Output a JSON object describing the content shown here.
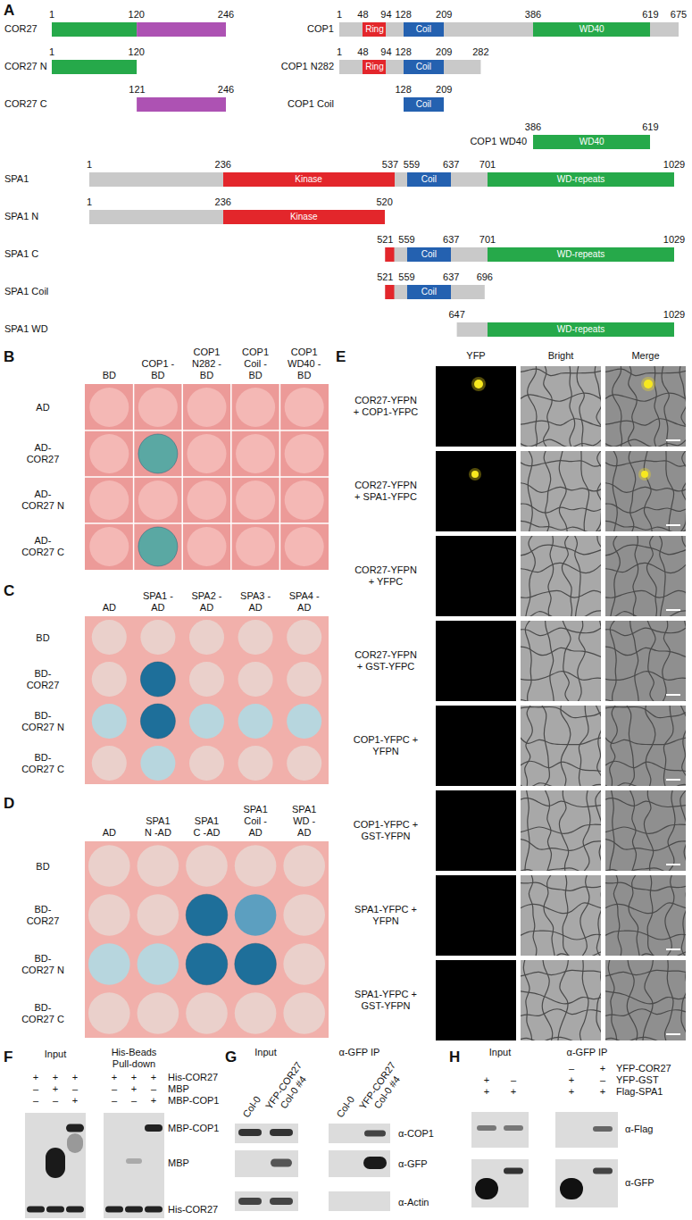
{
  "diagram": {
    "nodes": [
      {
        "text": [
          "Ring"
        ]
      },
      {
        "text": [
          "Coil"
        ]
      },
      {
        "text": [
          "WD40"
        ]
      },
      {
        "text": [
          "Ring"
        ]
      },
      {
        "text": [
          "Coil"
        ]
      },
      {
        "text": [
          "Coil"
        ]
      },
      {
        "text": [
          "WD40"
        ]
      },
      {
        "text": [
          "Kinase"
        ]
      },
      {
        "text": [
          "Coil"
        ]
      },
      {
        "text": [
          "WD-repeats"
        ]
      },
      {
        "text": [
          "Kinase"
        ]
      },
      {
        "text": [
          "Coil"
        ]
      },
      {
        "text": [
          "WD-repeats"
        ]
      },
      {
        "text": [
          "Coil"
        ]
      },
      {
        "text": [
          "WD-repeats"
        ]
      }
    ],
    "labels": [
      "A",
      "COR27",
      "1",
      "120",
      "246",
      "COP1",
      "1",
      "48",
      "94",
      "128",
      "209",
      "386",
      "619",
      "675",
      "COR27 N",
      "1",
      "120",
      "COP1 N282",
      "1",
      "48",
      "94",
      "128",
      "209",
      "282",
      "COR27 C",
      "121",
      "246",
      "COP1 Coil",
      "128",
      "209",
      "COP1 WD40",
      "386",
      "619",
      "SPA1",
      "1",
      "236",
      "537",
      "559",
      "637",
      "701",
      "1029",
      "SPA1 N",
      "1",
      "236",
      "520",
      "SPA1 C",
      "521",
      "559",
      "637",
      "701",
      "1029",
      "SPA1 Coil",
      "521",
      "559",
      "637",
      "696",
      "SPA1 WD",
      "647",
      "1029",
      "B",
      "BD",
      "COP1 -BD",
      "COP1 N282 -BD",
      "COP1 Coil -BD",
      "COP1 WD40 -BD",
      "AD",
      "AD- COR27",
      "AD- COR27 N",
      "AD- COR27 C",
      "C",
      "AD",
      "SPA1 -AD",
      "SPA2 -AD",
      "SPA3 -AD",
      "SPA4 -AD",
      "BD",
      "BD- COR27",
      "BD- COR27 N",
      "BD- COR27 C",
      "D",
      "AD",
      "SPA1 N -AD",
      "SPA1 C -AD",
      "SPA1 Coil -AD",
      "SPA1 WD -AD",
      "BD",
      "BD- COR27",
      "BD- COR27 N",
      "BD- COR27 C",
      "E",
      "YFP",
      "Bright",
      "Merge",
      "COR27-YFPN + COP1-YFPC",
      "COR27-YFPN + SPA1-YFPC",
      "COR27-YFPN + YFPC",
      "COR27-YFPN + GST-YFPC",
      "COP1-YFPC + YFPN",
      "COP1-YFPC + GST-YFPN",
      "SPA1-YFPC + YFPN",
      "SPA1-YFPC + GST-YFPN",
      "F",
      "Input",
      "His-Beads Pull-down",
      "+",
      "+",
      "+",
      "+",
      "+",
      "+",
      "His-COR27",
      "–",
      "+",
      "–",
      "–",
      "+",
      "–",
      "MBP",
      "–",
      "–",
      "+",
      "–",
      "–",
      "+",
      "MBP-COP1",
      "MBP-COP1",
      "MBP",
      "His-COR27",
      "G",
      "Input",
      "α-GFP IP",
      "Col-0",
      "YFP-COR27 Col-0 #4",
      "Col-0",
      "YFP-COR27 Col-0 #4",
      "α-COP1",
      "α-GFP",
      "α-Actin",
      "H",
      "Input",
      "α-GFP IP",
      "–",
      "+",
      "YFP-COR27",
      "+",
      "–",
      "+",
      "–",
      "YFP-GST",
      "+",
      "+",
      "+",
      "+",
      "Flag-SPA1",
      "α-Flag",
      "α-GFP"
    ]
  }
}
